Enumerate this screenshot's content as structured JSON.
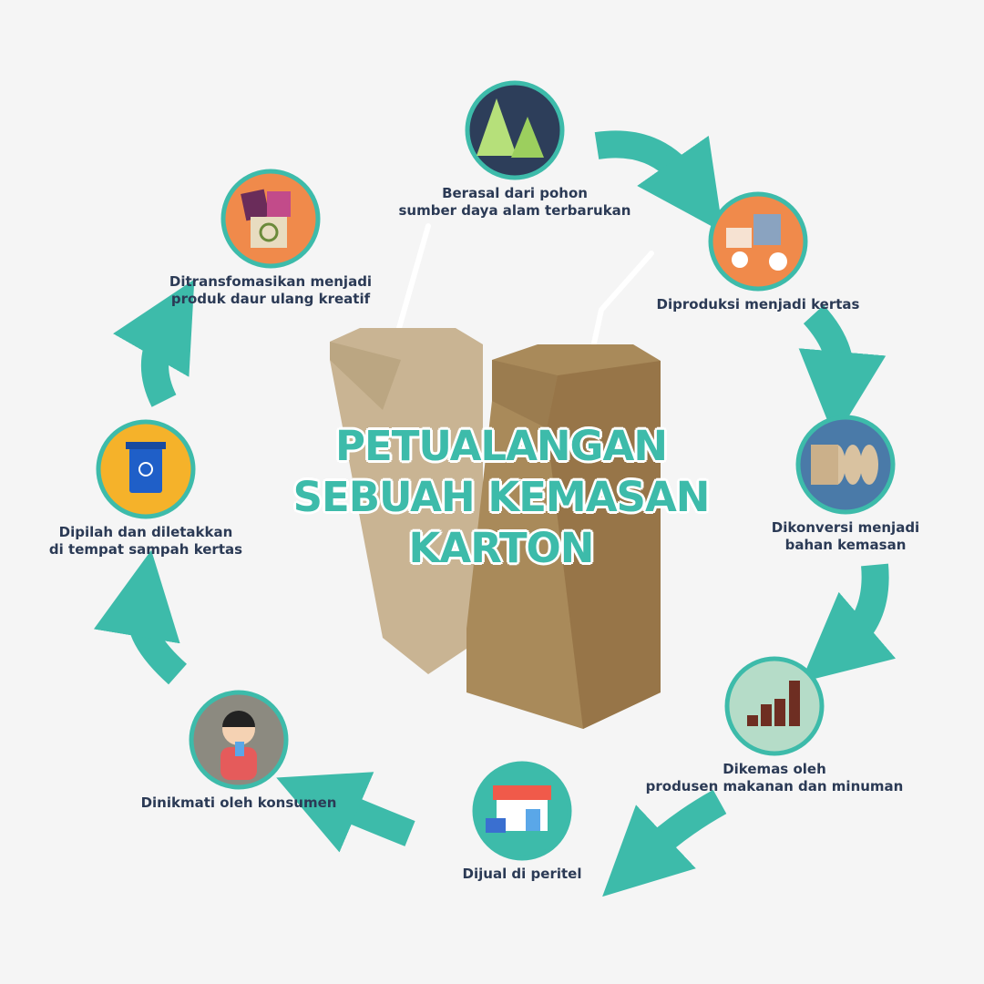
{
  "title": {
    "line1": "PETUALANGAN",
    "line2": "SEBUAH KEMASAN",
    "line3": "KARTON"
  },
  "colors": {
    "accent": "#3dbbaa",
    "text": "#2b3a55",
    "background": "#f5f5f5"
  },
  "steps": [
    {
      "icon": "pine-trees-icon",
      "bg": "#2d3e5a",
      "lines": [
        "Berasal dari pohon",
        "sumber daya alam terbarukan"
      ]
    },
    {
      "icon": "paper-machine-icon",
      "bg": "#f08a4b",
      "lines": [
        "Diproduksi menjadi kertas"
      ]
    },
    {
      "icon": "paper-rolls-icon",
      "bg": "#4a7aa8",
      "lines": [
        "Dikonversi menjadi",
        "bahan kemasan"
      ]
    },
    {
      "icon": "beverage-cartons-icon",
      "bg": "#b5dcc8",
      "lines": [
        "Dikemas oleh",
        "produsen makanan dan minuman"
      ]
    },
    {
      "icon": "store-icon",
      "bg": "#3dbbaa",
      "lines": [
        "Dijual di peritel"
      ]
    },
    {
      "icon": "consumer-drinking-icon",
      "bg": "#8c8a80",
      "lines": [
        "Dinikmati oleh konsumen"
      ]
    },
    {
      "icon": "recycling-bin-icon",
      "bg": "#f5b22a",
      "lines": [
        "Dipilah dan diletakkan",
        "di tempat sampah kertas"
      ]
    },
    {
      "icon": "recycled-products-icon",
      "bg": "#f08a4b",
      "lines": [
        "Ditransfomasikan menjadi",
        "produk daur ulang kreatif"
      ]
    }
  ]
}
